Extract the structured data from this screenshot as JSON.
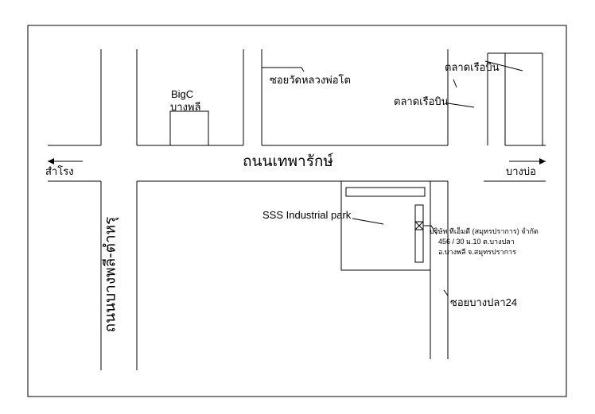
{
  "map": {
    "colors": {
      "background": "#ffffff",
      "line": "#000000"
    },
    "roads": {
      "main_road": "ถนนเทพารักษ์",
      "side_road": "ถนนบางพลี-ตำหรุ",
      "left_direction": "สำโรง",
      "right_direction": "บางบ่อ",
      "soi_top": "ซอยวัดหลวงพ่อโต",
      "soi_right": "ซอยบางปลา24"
    },
    "landmarks": {
      "bigc_line1": "BigC",
      "bigc_line2": "บางพลี",
      "market_label_1": "ตลาดเรือบิน",
      "market_label_2": "ตลาดเรือบิน",
      "industrial_park": "SSS Industrial park"
    },
    "company": {
      "line1": "บริษัท ทีเอ็มดี (สมุทรปราการ) จำกัด",
      "line2": "456 / 30 ม.10 ต.บางปลา",
      "line3": "อ.บางพลี จ.สมุทรปราการ"
    },
    "icons": {
      "company_marker": "crossed-box-icon",
      "direction_arrow": "left-arrow-icon"
    }
  }
}
